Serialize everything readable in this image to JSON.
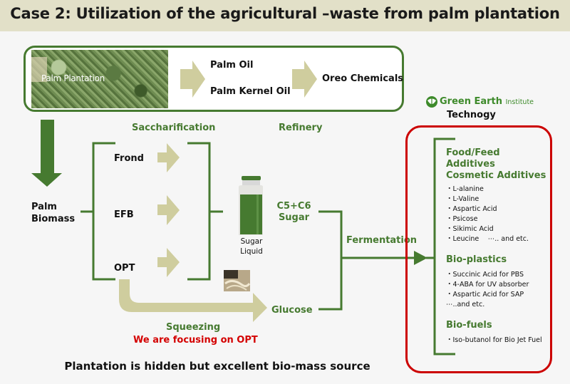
{
  "title": "Case 2: Utilization of the agricultural –waste from palm plantation",
  "top_flow": {
    "photo_label": "Palm Plantation",
    "outputs": [
      "Palm Oil",
      "Palm Kernel Oil"
    ],
    "final": "Oreo Chemicals"
  },
  "stages": {
    "saccharification": "Saccharification",
    "refinery": "Refinery",
    "fermentation": "Fermentation",
    "squeezing": "Squeezing"
  },
  "biomass": {
    "label_line1": "Palm",
    "label_line2": "Biomass",
    "parts": [
      "Frond",
      "EFB",
      "OPT"
    ]
  },
  "sugar_liquid": {
    "line1": "Sugar",
    "line2": "Liquid"
  },
  "products": {
    "c5c6_line1": "C5+C6",
    "c5c6_line2": "Sugar",
    "glucose": "Glucose"
  },
  "focus_note": "We are focusing on OPT",
  "gei": {
    "logo_name": "Green Earth",
    "logo_suffix": "Institute",
    "subtitle": "Technogy"
  },
  "applications": [
    {
      "heading_lines": [
        "Food/Feed",
        "Additives",
        "Cosmetic Additives"
      ],
      "items": [
        "・L-alanine",
        "・L-Valine",
        "・Aspartic Acid",
        "・Psicose",
        "・Sikimic Acid",
        "・Leucine 　⋯.. and etc."
      ]
    },
    {
      "heading_lines": [
        "Bio-plastics"
      ],
      "items": [
        "・Succinic Acid for PBS",
        "・4-ABA for UV absorber",
        "・Aspartic Acid for SAP",
        "⋯..and etc."
      ]
    },
    {
      "heading_lines": [
        "Bio-fuels"
      ],
      "items": [
        "・Iso-butanol for Bio Jet Fuel"
      ]
    }
  ],
  "footer": "Plantation is hidden but excellent bio-mass source",
  "colors": {
    "green": "#467a30",
    "tan_arrow": "#cfcd9e",
    "red": "#cc0000",
    "title_bg": "#e2e0c8"
  }
}
